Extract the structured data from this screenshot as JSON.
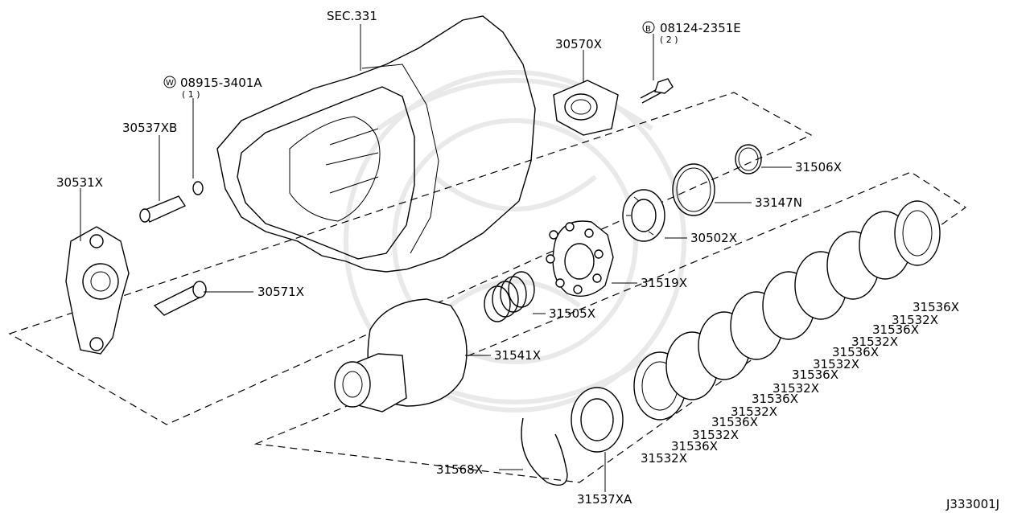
{
  "labels": {
    "sec331": "SEC.331",
    "bolt_b": "08124-2351E",
    "bolt_b_qty": "( 2 )",
    "bolt_b_symbol": "B",
    "washer_w": "08915-3401A",
    "washer_w_qty": "( 1 )",
    "washer_w_symbol": "W",
    "p30570x": "30570X",
    "p30537xb": "30537XB",
    "p30531x": "30531X",
    "p30571x": "30571X",
    "p31506x": "31506X",
    "p33147n": "33147N",
    "p30502x": "30502X",
    "p31519x": "31519X",
    "p31505x": "31505X",
    "p31541x": "31541X",
    "p31568x": "31568X",
    "p31537xa": "31537XA",
    "p31536x": "31536X",
    "p31532x": "31532X",
    "diagram_id": "J333001J"
  }
}
